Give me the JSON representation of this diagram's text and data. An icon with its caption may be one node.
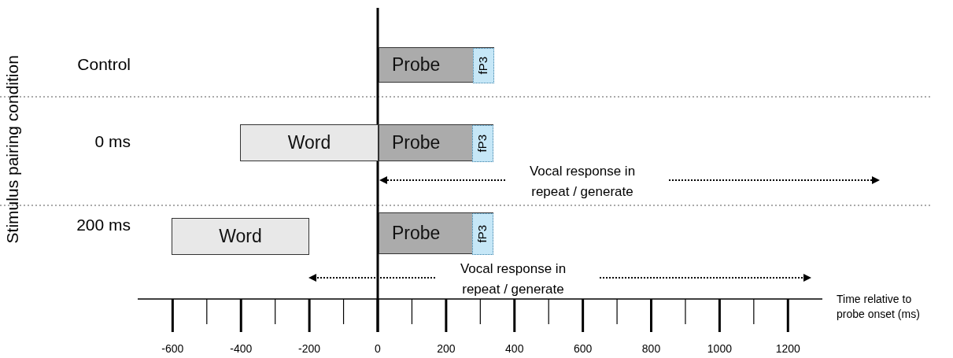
{
  "diagram": {
    "nodes": [
      {
        "text": [
          "Probe"
        ]
      },
      {
        "text": [
          "fP3"
        ],
        "in": 0
      },
      {
        "text": [
          "Word"
        ]
      },
      {
        "text": [
          "Probe"
        ]
      },
      {
        "text": [
          "fP3"
        ],
        "in": 3
      },
      {
        "text": [
          "Word"
        ]
      },
      {
        "text": [
          "Probe"
        ]
      },
      {
        "text": [
          "fP3"
        ],
        "in": 6
      }
    ],
    "labels": [
      "Stimulus pairing condition",
      "Control",
      "0 ms",
      "200 ms",
      "Vocal response in repeat / generate",
      "Vocal response in repeat / generate",
      "-600",
      "-400",
      "-200",
      "0",
      "200",
      "400",
      "600",
      "800",
      "1000",
      "1200",
      "Time relative to probe onset (ms)"
    ]
  }
}
